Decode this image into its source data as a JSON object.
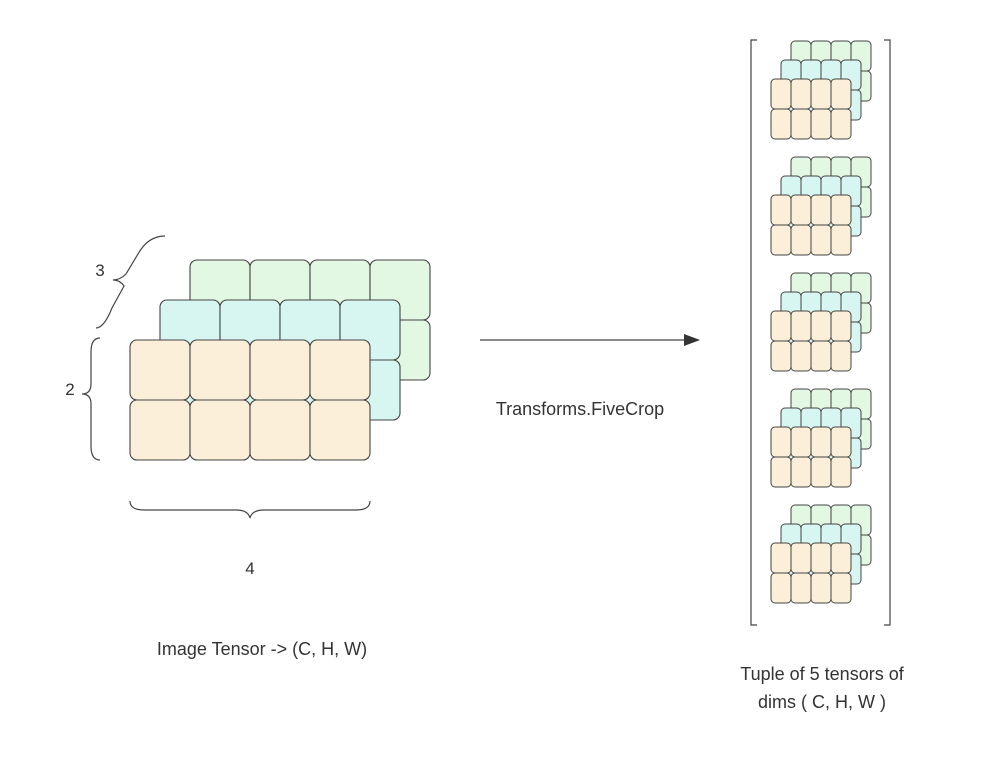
{
  "labels": {
    "channels": "3",
    "height": "2",
    "width": "4",
    "transform": "Transforms.FiveCrop",
    "input_caption": "Image Tensor -> (C, H, W)",
    "output_caption_line1": "Tuple of 5 tensors of",
    "output_caption_line2": "dims ( C, H, W )"
  },
  "tensor": {
    "channels": 3,
    "rows": 2,
    "cols": 4
  },
  "crops": {
    "count": 5,
    "rows": 2,
    "cols": 4
  },
  "colors": {
    "channel_back": "#e2f8e2",
    "channel_middle": "#d8f6f1",
    "channel_front": "#fcefd9",
    "cell_stroke": "#444444",
    "line": "#444444"
  }
}
